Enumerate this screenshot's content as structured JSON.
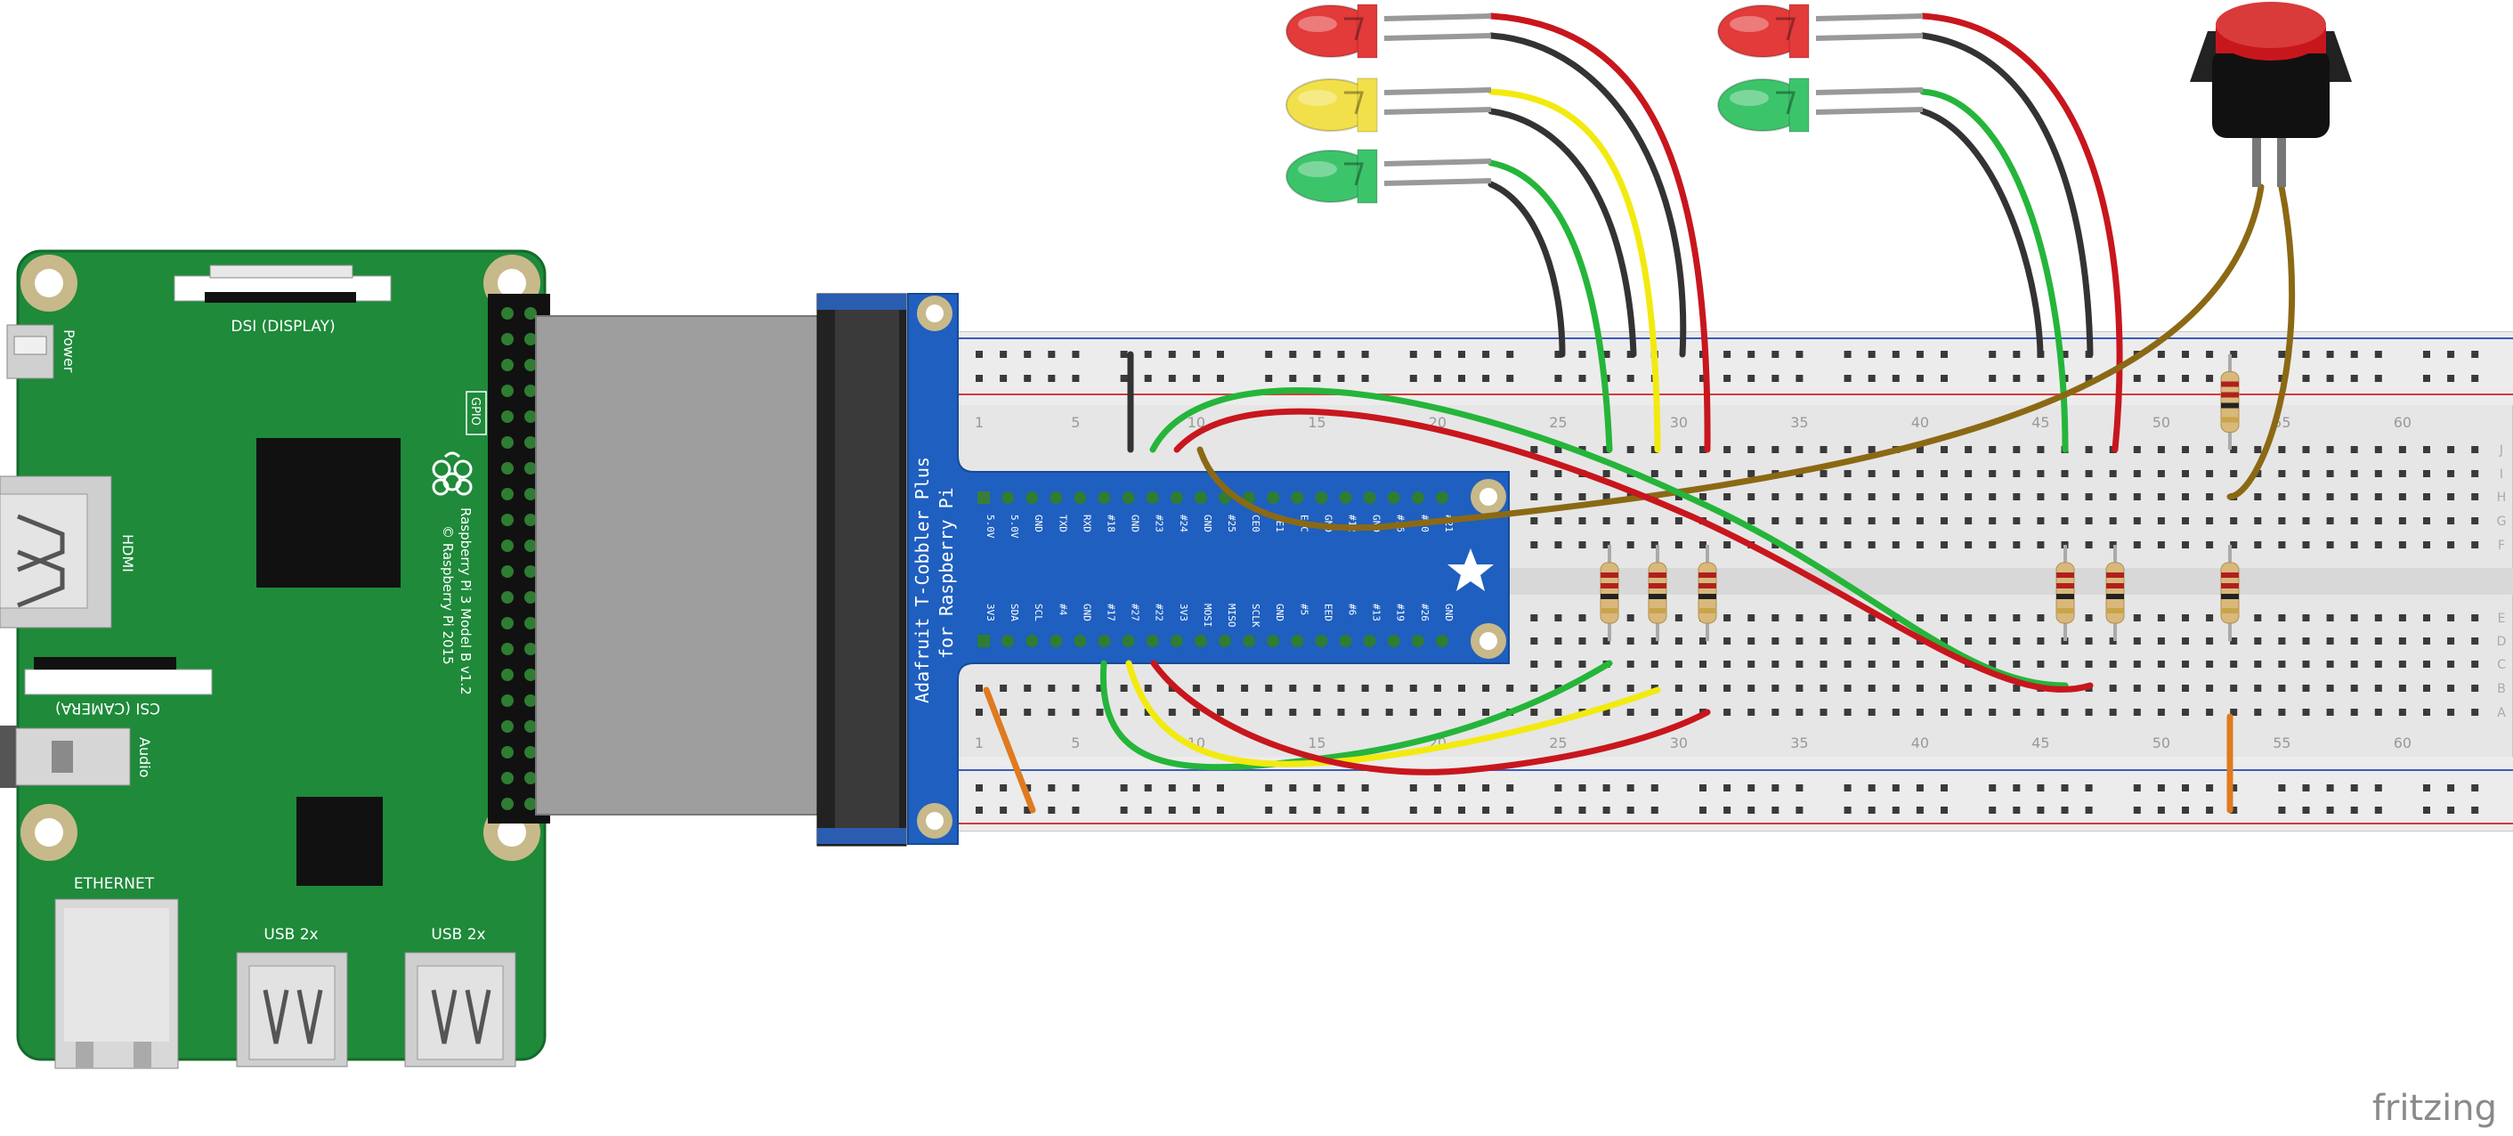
{
  "pi": {
    "dsi_label": "DSI (DISPLAY)",
    "csi_label": "CSI (CAMERA)",
    "power_label": "Power",
    "hdmi_label": "HDMI",
    "audio_label": "Audio",
    "ethernet_label": "ETHERNET",
    "usb_label_1": "USB 2x",
    "usb_label_2": "USB 2x",
    "gpio_label": "GPIO",
    "model_label": "Raspberry Pi 3 Model B v1.2",
    "copyright_label": "© Raspberry Pi 2015",
    "board_color": "#1e8a3a"
  },
  "cobbler": {
    "title_line1": "Adafruit T-Cobbler Plus",
    "title_line2": "for Raspberry Pi",
    "top_pins": [
      "5.0V",
      "5.0V",
      "GND",
      "TXD",
      "RXD",
      "#18",
      "GND",
      "#23",
      "#24",
      "GND",
      "#25",
      "CE0",
      "CE1",
      "EEC",
      "GND",
      "#12",
      "GND",
      "#16",
      "#20",
      "#21"
    ],
    "bottom_pins": [
      "3V3",
      "SDA",
      "SCL",
      "#4",
      "GND",
      "#17",
      "#27",
      "#22",
      "3V3",
      "MOSI",
      "MISO",
      "SCLK",
      "GND",
      "#5",
      "EED",
      "#6",
      "#13",
      "#19",
      "#26",
      "GND"
    ],
    "color": "#1f5fbf"
  },
  "breadboard": {
    "column_numbers": [
      "1",
      "5",
      "10",
      "15",
      "20",
      "25",
      "30",
      "35",
      "40",
      "45",
      "50",
      "55",
      "60"
    ],
    "row_letters_top": [
      "J",
      "I",
      "H",
      "G",
      "F"
    ],
    "row_letters_bottom": [
      "E",
      "D",
      "C",
      "B",
      "A"
    ]
  },
  "leds": [
    {
      "color_name": "red",
      "color": "#e33a3a"
    },
    {
      "color_name": "yellow",
      "color": "#f2e04a"
    },
    {
      "color_name": "green",
      "color": "#3cc46b"
    },
    {
      "color_name": "red",
      "color": "#e33a3a"
    },
    {
      "color_name": "green",
      "color": "#3cc46b"
    }
  ],
  "button": {
    "cap_color": "#c8161d"
  },
  "wire_colors": {
    "red": "#c8161d",
    "black": "#333333",
    "green": "#25b53a",
    "yellow": "#f2ea0f",
    "brown": "#8b6914",
    "orange": "#e07a1f"
  },
  "brand": "fritzing"
}
